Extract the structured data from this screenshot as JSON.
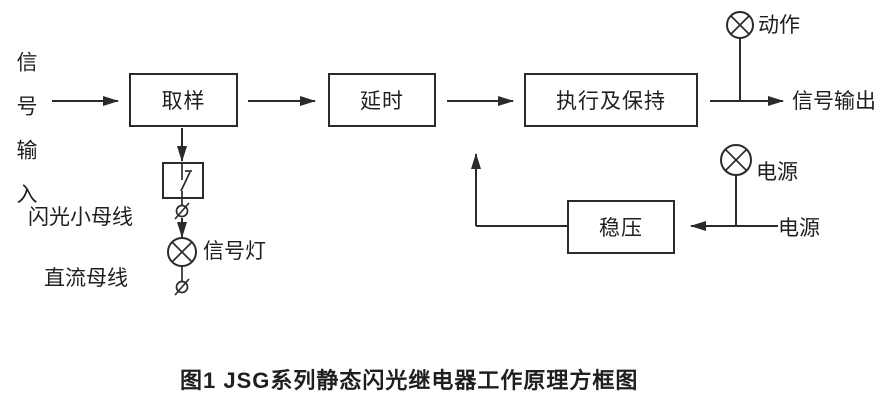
{
  "colors": {
    "line": "#2b2b2b",
    "text": "#1f1f1f",
    "background": "#ffffff"
  },
  "flow": {
    "signal_input": "信号输入",
    "blocks": {
      "sample": "取样",
      "delay": "延时",
      "execute_hold": "执行及保持",
      "regulator": "稳压"
    },
    "lamps": {
      "action": "动作",
      "power": "电源",
      "signal": "信号灯"
    },
    "power_source": "电源",
    "signal_output": "信号输出",
    "buses": {
      "flash_bus": "闪光小母线",
      "dc_bus": "直流母线"
    }
  },
  "caption": "图1 JSG系列静态闪光继电器工作原理方框图"
}
